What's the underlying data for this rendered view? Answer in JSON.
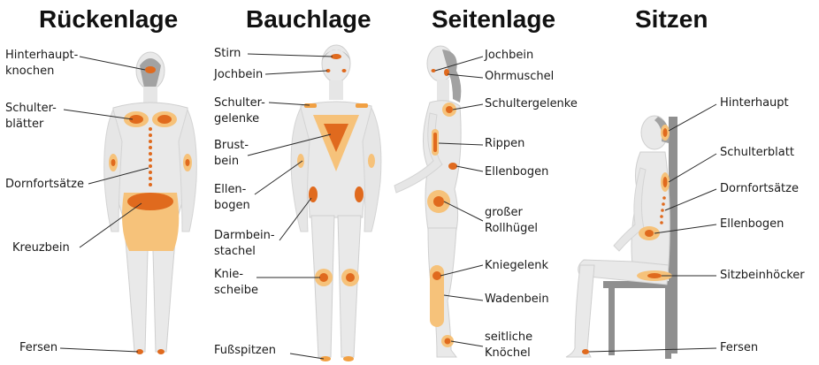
{
  "titles": {
    "rueckenlage": "Rückenlage",
    "bauchlage": "Bauchlage",
    "seitenlage": "Seitenlage",
    "sitzen": "Sitzen"
  },
  "labels": {
    "hinterhauptknochen_1": "Hinterhaupt-",
    "hinterhauptknochen_2": "knochen",
    "schulterblaetter_1": "Schulter-",
    "schulterblaetter_2": "blätter",
    "dornfortsaetze": "Dornfortsätze",
    "kreuzbein": "Kreuzbein",
    "fersen": "Fersen",
    "stirn": "Stirn",
    "jochbein": "Jochbein",
    "schultergelenke_1": "Schulter-",
    "schultergelenke_2": "gelenke",
    "brustbein_1": "Brust-",
    "brustbein_2": "bein",
    "ellenbogen_1": "Ellen-",
    "ellenbogen_2": "bogen",
    "darmbeinstachel_1": "Darmbein-",
    "darmbeinstachel_2": "stachel",
    "kniescheibe_1": "Knie-",
    "kniescheibe_2": "scheibe",
    "fussspitzen": "Fußspitzen",
    "seite_jochbein": "Jochbein",
    "ohrmuschel": "Ohrmuschel",
    "schultergelenke": "Schultergelenke",
    "rippen": "Rippen",
    "seite_ellenbogen": "Ellenbogen",
    "rollhuegel_1": "großer",
    "rollhuegel_2": "Rollhügel",
    "kniegelenk": "Kniegelenk",
    "wadenbein": "Wadenbein",
    "knoechel_1": "seitliche",
    "knoechel_2": "Knöchel",
    "hinterhaupt": "Hinterhaupt",
    "schulterblatt": "Schulterblatt",
    "sitz_dornfortsaetze": "Dornfortsätze",
    "sitz_ellenbogen": "Ellenbogen",
    "sitzbeinhoecker": "Sitzbeinhöcker",
    "sitz_fersen": "Fersen"
  },
  "colors": {
    "skin": "#e9e9e9",
    "skin_edge": "#cfcfcf",
    "hair": "#9a9a9a",
    "zone_light": "#f6c27a",
    "zone_mid": "#f1a043",
    "zone_dark": "#e06a1e",
    "chair": "#8f8f8f",
    "leader": "#2a2a2a"
  }
}
